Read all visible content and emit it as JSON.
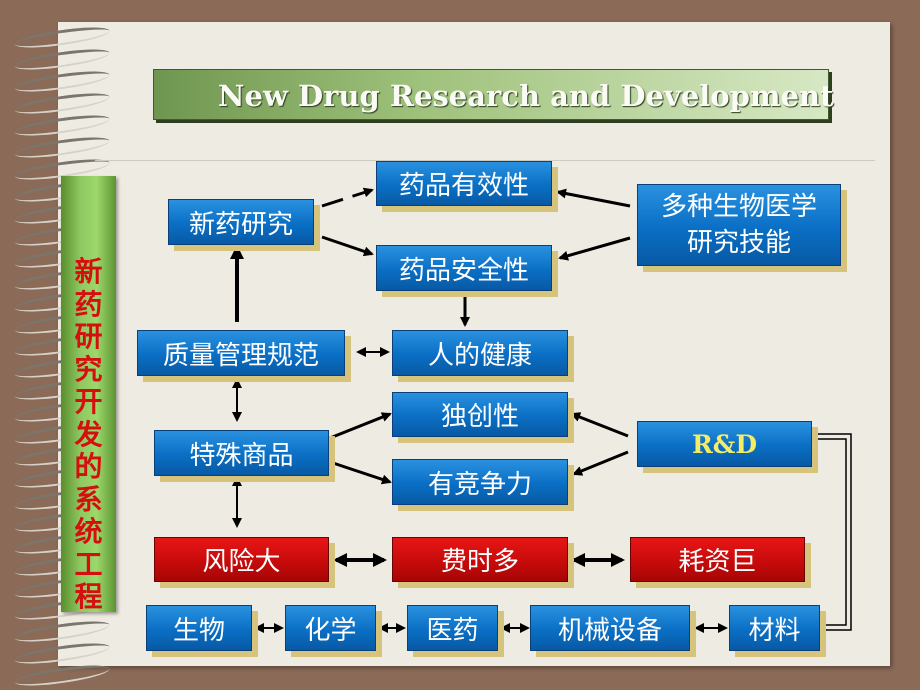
{
  "title": "New Drug Research and Development",
  "side_label": "新药研究开发的系统工程",
  "nodes": {
    "new_drug_research": "新药研究",
    "drug_efficacy": "药品有效性",
    "drug_safety": "药品安全性",
    "biomedical_skills": "多种生物医学\n研究技能",
    "quality_management": "质量管理规范",
    "human_health": "人的健康",
    "uniqueness": "独创性",
    "competitiveness": "有竞争力",
    "special_goods": "特殊商品",
    "rnd": "R&D",
    "high_risk": "风险大",
    "time_consuming": "费时多",
    "huge_cost": "耗资巨",
    "biology": "生物",
    "chemistry": "化学",
    "medicine": "医药",
    "machinery": "机械设备",
    "materials": "材料"
  },
  "colors": {
    "box_blue": "#0a6fc4",
    "box_red": "#c40a0a",
    "box_shadow": "#d7c47c",
    "rnd_text": "#f5ec66",
    "side_text": "#d40f0f",
    "title_bar": "#9fc27c"
  }
}
